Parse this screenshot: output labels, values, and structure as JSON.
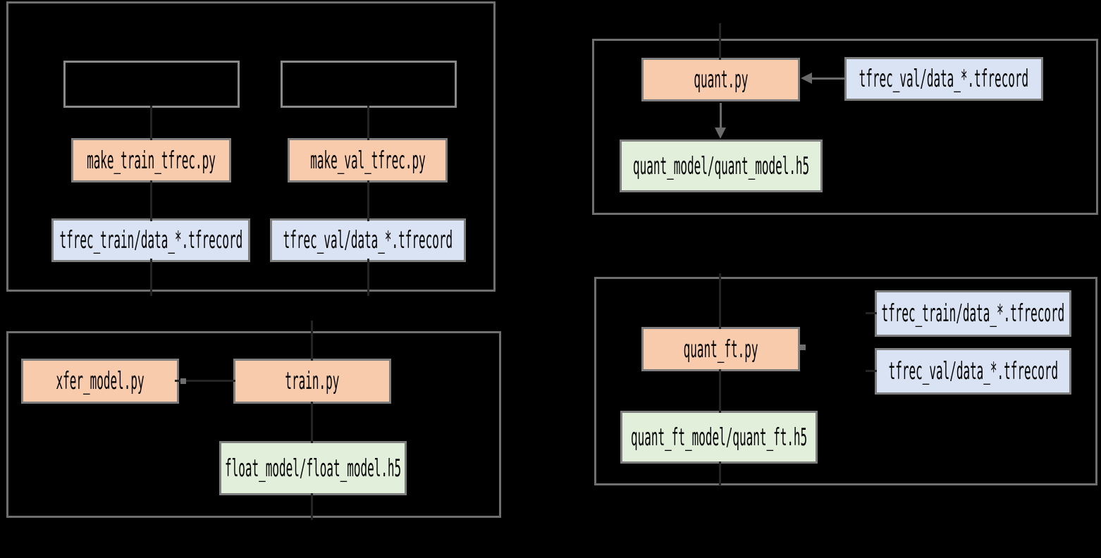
{
  "background": "#000000",
  "palette": {
    "script_node_fill": "#f8cbad",
    "data_node_fill": "#dae3f3",
    "model_node_fill": "#e2efda",
    "empty_node_fill": "#000000",
    "node_border": "#7e7e7e",
    "group_border": "#6f6f6f",
    "arrow": "#6a6a6a",
    "text": "#000000"
  },
  "groups": {
    "dataset_creation": {
      "nodes": {
        "raw_train": "",
        "raw_val": "",
        "make_train": "make_train_tfrec.py",
        "make_val": "make_val_tfrec.py",
        "tfrec_train": "tfrec_train/data_*.tfrecord",
        "tfrec_val": "tfrec_val/data_*.tfrecord"
      }
    },
    "training": {
      "nodes": {
        "xfer_model": "xfer_model.py",
        "train": "train.py",
        "float_model": "float_model/float_model.h5"
      }
    },
    "quantization": {
      "nodes": {
        "quant": "quant.py",
        "tfrec_val": "tfrec_val/data_*.tfrecord",
        "quant_model": "quant_model/quant_model.h5"
      }
    },
    "finetune": {
      "nodes": {
        "quant_ft": "quant_ft.py",
        "tfrec_train": "tfrec_train/data_*.tfrecord",
        "tfrec_val": "tfrec_val/data_*.tfrecord",
        "quant_ft_model": "quant_ft_model/quant_ft.h5"
      }
    }
  },
  "arrows": [
    {
      "from": "tfrec_val",
      "to": "quant",
      "direction": "left"
    },
    {
      "from": "quant",
      "to": "quant_model",
      "direction": "down"
    }
  ]
}
